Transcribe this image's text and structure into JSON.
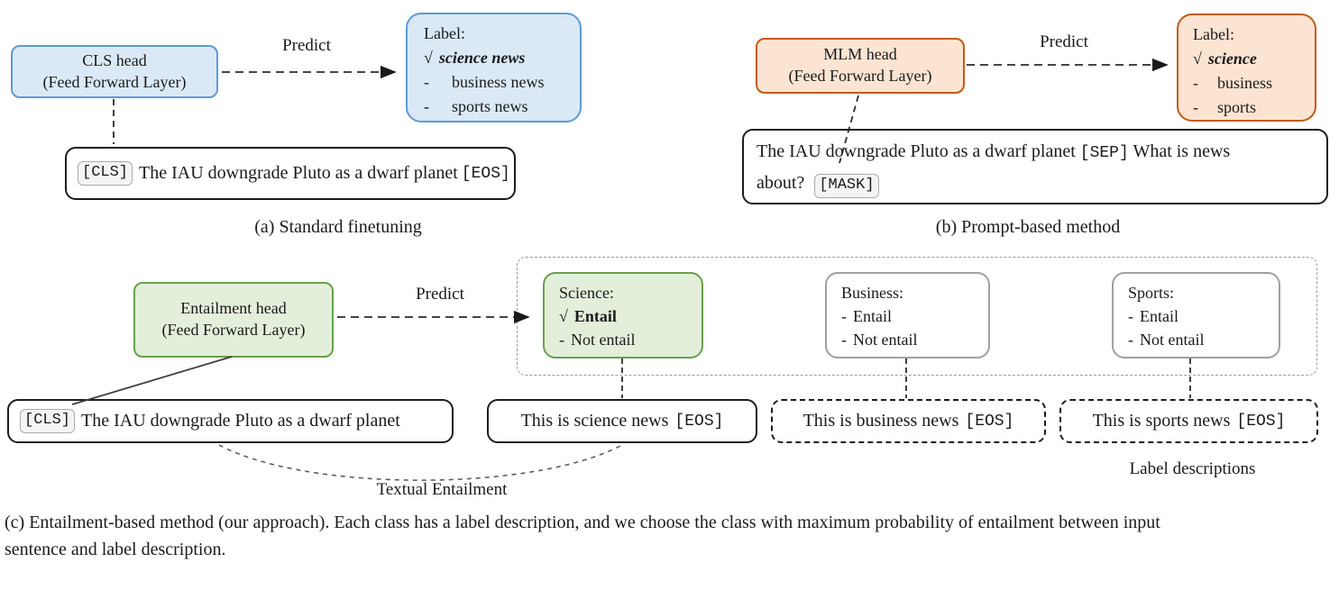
{
  "bullet": "-",
  "colors": {
    "blue_fill": "#dbe9f7",
    "blue_border": "#5b9bd5",
    "orange_fill": "#fce4d3",
    "orange_border": "#c55a11",
    "green_fill": "#e3efda",
    "green_border": "#69a04c",
    "token_fill": "#f4f4f2",
    "token_border": "#ababab",
    "neutral_border": "#a0a0a0",
    "container_border": "#9a9a9a"
  },
  "panel_a": {
    "head_box": {
      "title": "CLS head",
      "subtitle": "(Feed Forward Layer)"
    },
    "predict_label": "Predict",
    "label_box": {
      "title": "Label:",
      "check": "√",
      "selected": "science news",
      "option1": "business news",
      "option2": "sports news"
    },
    "input_box": {
      "cls_token": "[CLS]",
      "sentence": "The IAU downgrade Pluto as a dwarf planet",
      "eos_token": "[EOS]"
    },
    "caption": "(a) Standard finetuning"
  },
  "panel_b": {
    "head_box": {
      "title": "MLM head",
      "subtitle": "(Feed Forward Layer)"
    },
    "predict_label": "Predict",
    "label_box": {
      "title": "Label:",
      "check": "√",
      "selected": "science",
      "option1": "business",
      "option2": "sports"
    },
    "input_box": {
      "sentence": "The IAU downgrade Pluto as a dwarf planet",
      "sep_token": "[SEP]",
      "prompt_line1": "What is news",
      "prompt_line2": "about?",
      "mask_token": "[MASK]"
    },
    "caption": "(b) Prompt-based method"
  },
  "panel_c": {
    "head_box": {
      "title": "Entailment head",
      "subtitle": "(Feed Forward Layer)"
    },
    "predict_label": "Predict",
    "science_box": {
      "title": "Science:",
      "check": "√",
      "selected": "Entail",
      "option1": "Not entail"
    },
    "business_box": {
      "title": "Business:",
      "option1": "Entail",
      "option2": "Not entail"
    },
    "sports_box": {
      "title": "Sports:",
      "option1": "Entail",
      "option2": "Not entail"
    },
    "input_box": {
      "cls_token": "[CLS]",
      "sentence": "The IAU downgrade Pluto as a dwarf planet"
    },
    "desc_science": {
      "sentence": "This is science news",
      "eos_token": "[EOS]"
    },
    "desc_business": {
      "sentence": "This is business news",
      "eos_token": "[EOS]"
    },
    "desc_sports": {
      "sentence": "This is sports news",
      "eos_token": "[EOS]"
    },
    "textual_entailment_label": "Textual Entailment",
    "label_descriptions_label": "Label descriptions",
    "caption_line1": "(c) Entailment-based method (our approach). Each class has a label description, and we choose the class with maximum probability of entailment between input",
    "caption_line2": "sentence and label description."
  }
}
